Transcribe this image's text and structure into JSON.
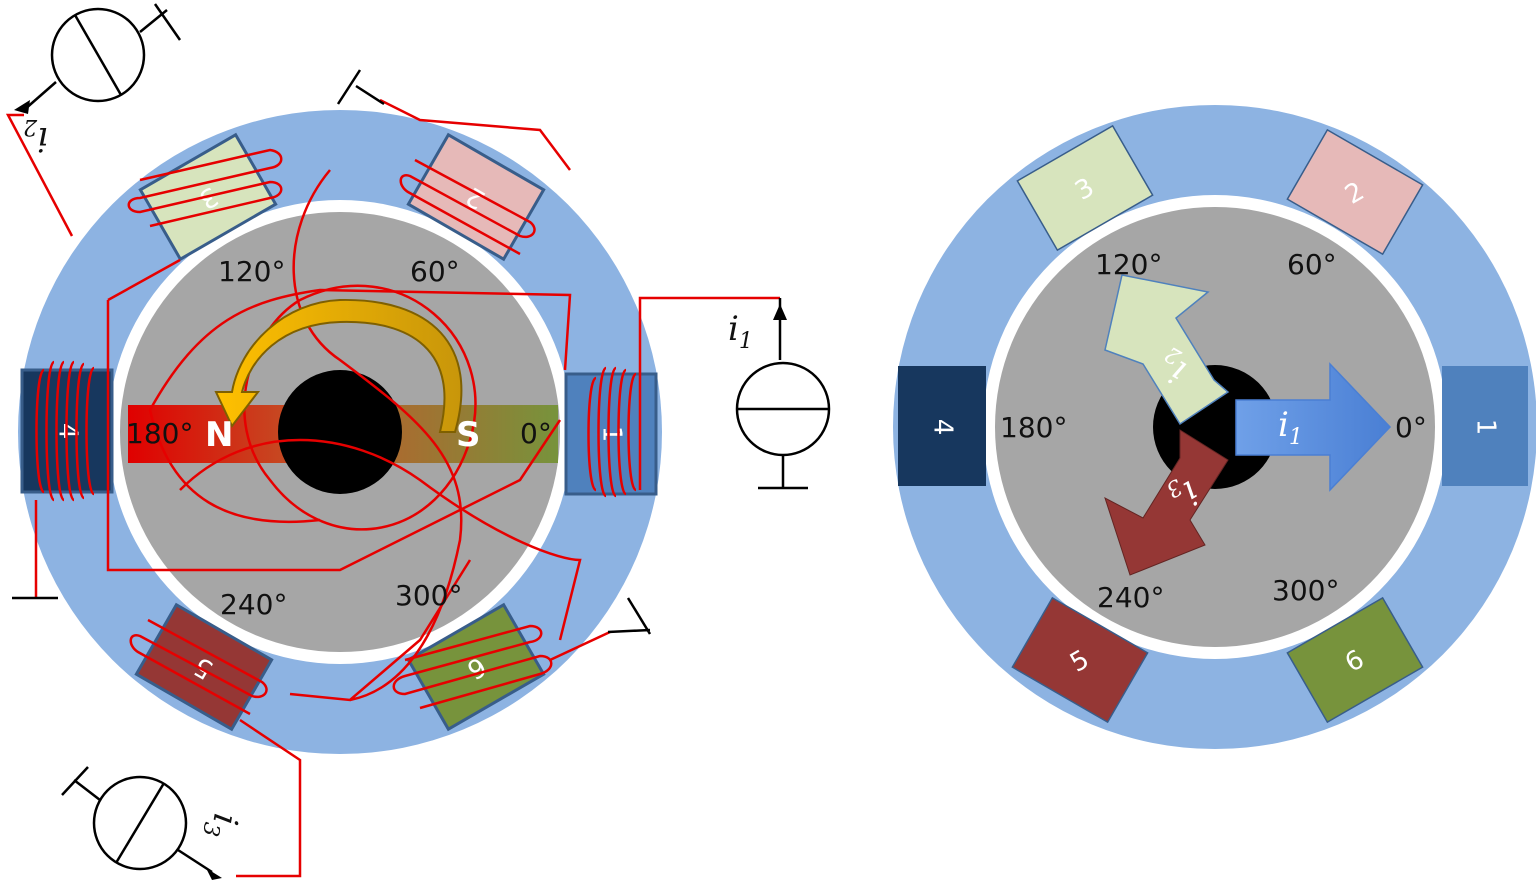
{
  "left": {
    "angles": {
      "a0": "0°",
      "a60": "60°",
      "a120": "120°",
      "a180": "180°",
      "a240": "240°",
      "a300": "300°"
    },
    "poles": {
      "north": "N",
      "south": "S"
    },
    "coils": [
      "1",
      "2",
      "3",
      "4",
      "5",
      "6"
    ],
    "currents": {
      "i1": "i",
      "i1_sub": "1",
      "i2": "i",
      "i2_sub": "2",
      "i3": "i",
      "i3_sub": "3"
    }
  },
  "right": {
    "angles": {
      "a0": "0°",
      "a60": "60°",
      "a120": "120°",
      "a180": "180°",
      "a240": "240°",
      "a300": "300°"
    },
    "coils": [
      "1",
      "2",
      "3",
      "4",
      "5",
      "6"
    ],
    "arrows": {
      "i1": "i",
      "i1_sub": "1",
      "i2": "i",
      "i2_sub": "2",
      "i3": "i",
      "i3_sub": "3"
    }
  },
  "colors": {
    "stator": "#8db3e2",
    "rotor": "#a6a6a6",
    "coil1": "#4f81bd",
    "coil2": "#e6b9b8",
    "coil3": "#d7e4bd",
    "coil4": "#17375e",
    "coil5": "#953735",
    "coil6": "#77933c",
    "wire": "#e60000",
    "rotation_arrow": "#ffc000"
  }
}
